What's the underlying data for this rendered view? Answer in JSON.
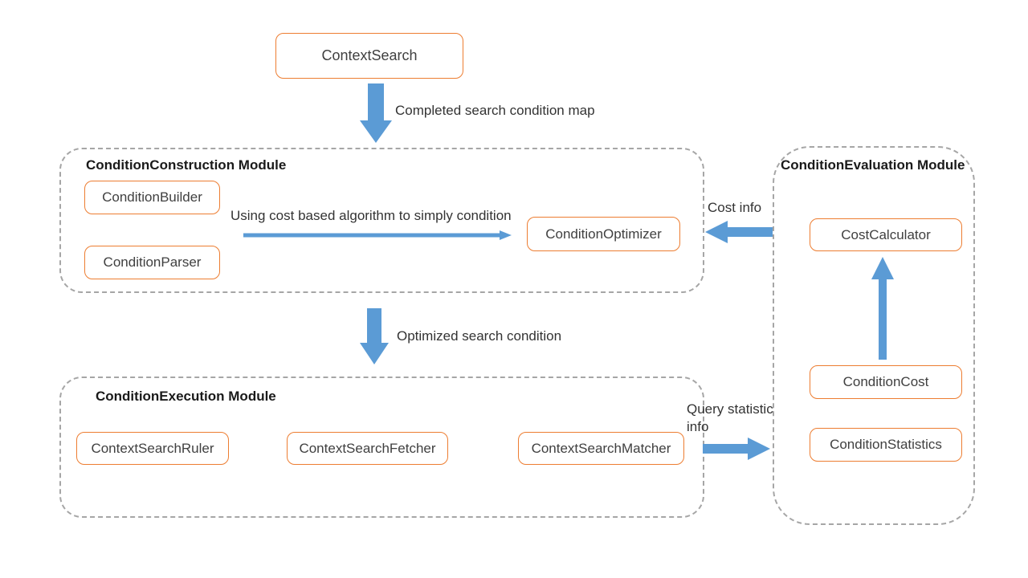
{
  "colors": {
    "box_border": "#ED7D31",
    "arrow": "#5B9BD5",
    "module_border": "#A6A6A6",
    "box_text": "#404040",
    "title_text": "#1a1a1a",
    "label_text": "#333333",
    "background": "#FFFFFF"
  },
  "diagram": {
    "top_box": {
      "label": "ContextSearch"
    },
    "labels": {
      "completed_map": "Completed search condition map",
      "using_cost": "Using cost based algorithm to simply condition",
      "cost_info": "Cost info",
      "optimized": "Optimized search condition",
      "query_statistic": "Query statistic info"
    },
    "modules": {
      "construction": {
        "title": "ConditionConstruction Module",
        "boxes": [
          "ConditionBuilder",
          "ConditionParser",
          "ConditionOptimizer"
        ]
      },
      "evaluation": {
        "title": "ConditionEvaluation Module",
        "boxes": [
          "CostCalculator",
          "ConditionCost",
          "ConditionStatistics"
        ]
      },
      "execution": {
        "title": "ConditionExecution Module",
        "boxes": [
          "ContextSearchRuler",
          "ContextSearchFetcher",
          "ContextSearchMatcher"
        ]
      }
    }
  }
}
